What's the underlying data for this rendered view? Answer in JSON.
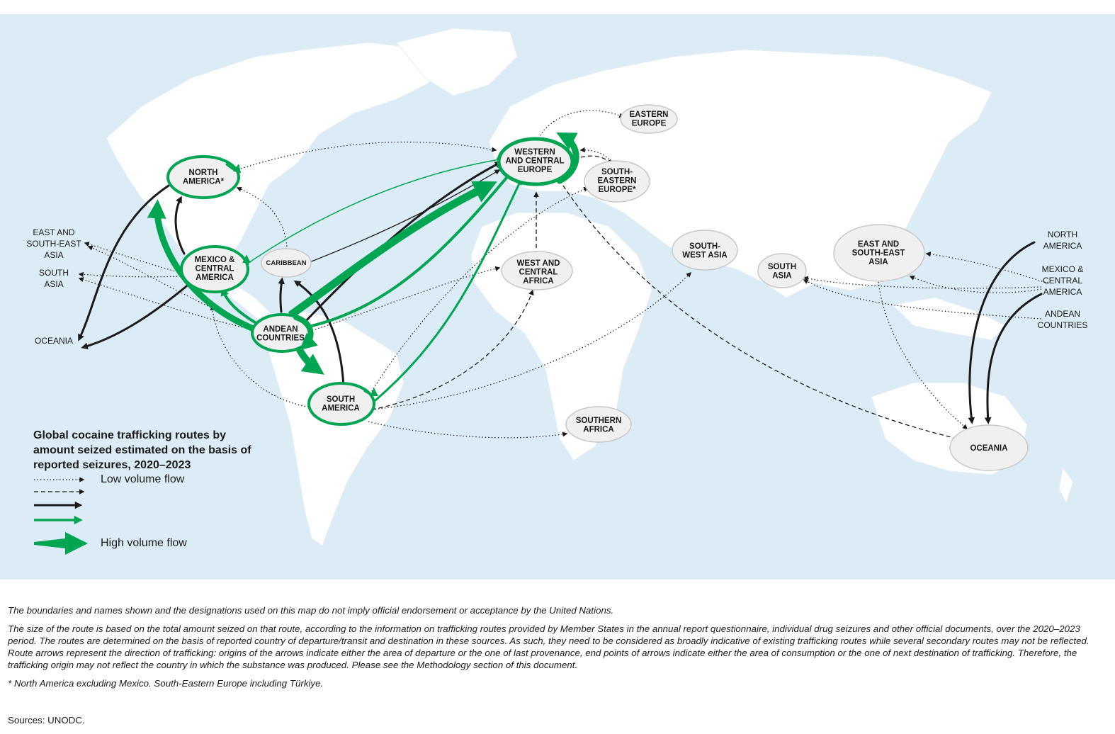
{
  "legend": {
    "title_lines": [
      "Global cocaine trafficking routes by",
      "amount seized estimated on the basis of",
      "reported seizures, 2020–2023"
    ],
    "low_label": "Low volume flow",
    "high_label": "High volume flow"
  },
  "regions": {
    "north_america": [
      "NORTH",
      "AMERICA*"
    ],
    "mexico_central_america": [
      "MEXICO &",
      "CENTRAL",
      "AMERICA"
    ],
    "caribbean": [
      "CARIBBEAN"
    ],
    "andean_countries": [
      "ANDEAN",
      "COUNTRIES"
    ],
    "south_america": [
      "SOUTH",
      "AMERICA"
    ],
    "western_central_europe": [
      "WESTERN",
      "AND CENTRAL",
      "EUROPE"
    ],
    "eastern_europe": [
      "EASTERN",
      "EUROPE"
    ],
    "south_eastern_europe": [
      "SOUTH-",
      "EASTERN",
      "EUROPE*"
    ],
    "west_central_africa": [
      "WEST AND",
      "CENTRAL",
      "AFRICA"
    ],
    "southern_africa": [
      "SOUTHERN",
      "AFRICA"
    ],
    "south_west_asia": [
      "SOUTH-",
      "WEST ASIA"
    ],
    "south_asia": [
      "SOUTH",
      "ASIA"
    ],
    "east_south_east_asia": [
      "EAST AND",
      "SOUTH-EAST",
      "ASIA"
    ],
    "oceania": [
      "OCEANIA"
    ]
  },
  "side_labels": {
    "west_east_se_asia": [
      "EAST AND",
      "SOUTH-EAST",
      "ASIA"
    ],
    "west_south_asia": [
      "SOUTH",
      "ASIA"
    ],
    "west_oceania": [
      "OCEANIA"
    ],
    "east_north_america": [
      "NORTH",
      "AMERICA"
    ],
    "east_mexico": [
      "MEXICO &",
      "CENTRAL",
      "AMERICA"
    ],
    "east_andean": [
      "ANDEAN",
      "COUNTRIES"
    ]
  },
  "notes": [
    "The boundaries and names shown and the designations used on this map do not imply official endorsement or acceptance by the United Nations.",
    "The size of the route is based on the total amount seized on that route, according to the information on trafficking routes provided by Member States in the annual report questionnaire, individual drug seizures and other official documents, over the 2020–2023 period. The routes are determined on the basis of reported country of departure/transit and destination in these sources. As such, they need to be considered as broadly indicative of existing trafficking routes while several secondary routes may not be reflected. Route arrows represent the direction of trafficking: origins of the arrows indicate either the area of departure or the one of last provenance, end points of arrows indicate either the area of consumption or the one of next destination of trafficking. Therefore, the trafficking origin may not reflect the country in which the substance was produced. Please see the Methodology section of this document.",
    "* North America excluding Mexico. South-Eastern Europe including Türkiye."
  ],
  "sources": "Sources: UNODC.",
  "colors": {
    "ocean": "#dcecf6",
    "land": "#ffffff",
    "green_route": "#00a551",
    "black_route": "#1a1a1a",
    "node_fill": "#f0f0f0",
    "node_stroke": "#c8c8c8"
  }
}
